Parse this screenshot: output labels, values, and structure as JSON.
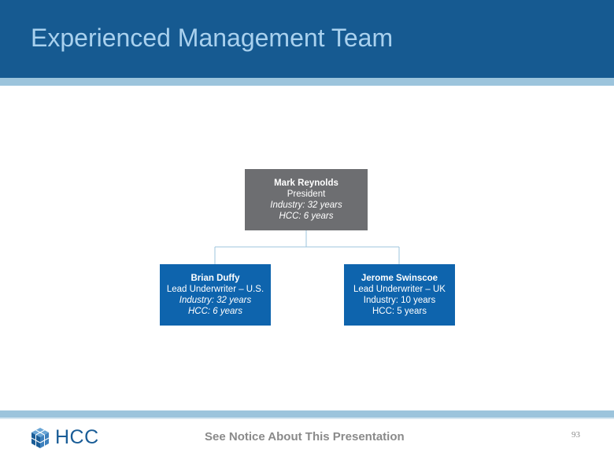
{
  "slide": {
    "title": "Experienced Management Team",
    "notice": "See Notice About This Presentation",
    "page_number": "93",
    "logo_text": "HCC"
  },
  "org_chart": {
    "top": {
      "name": "Mark Reynolds",
      "role": "President",
      "industry": "Industry: 32 years",
      "hcc": "HCC: 6 years"
    },
    "reports": [
      {
        "name": "Brian Duffy",
        "role": "Lead Underwriter – U.S.",
        "industry": "Industry: 32 years",
        "hcc": "HCC: 6 years"
      },
      {
        "name": "Jerome Swinscoe",
        "role": "Lead Underwriter – UK",
        "industry": "Industry: 10 years",
        "hcc": "HCC: 5 years"
      }
    ]
  },
  "colors": {
    "header": "#165a91",
    "accent_stripe": "#9cc4dc",
    "title_text": "#a9d1ee",
    "top_box": "#6d6e71",
    "report_box": "#0e64ad",
    "connector": "#9cc4dc"
  }
}
